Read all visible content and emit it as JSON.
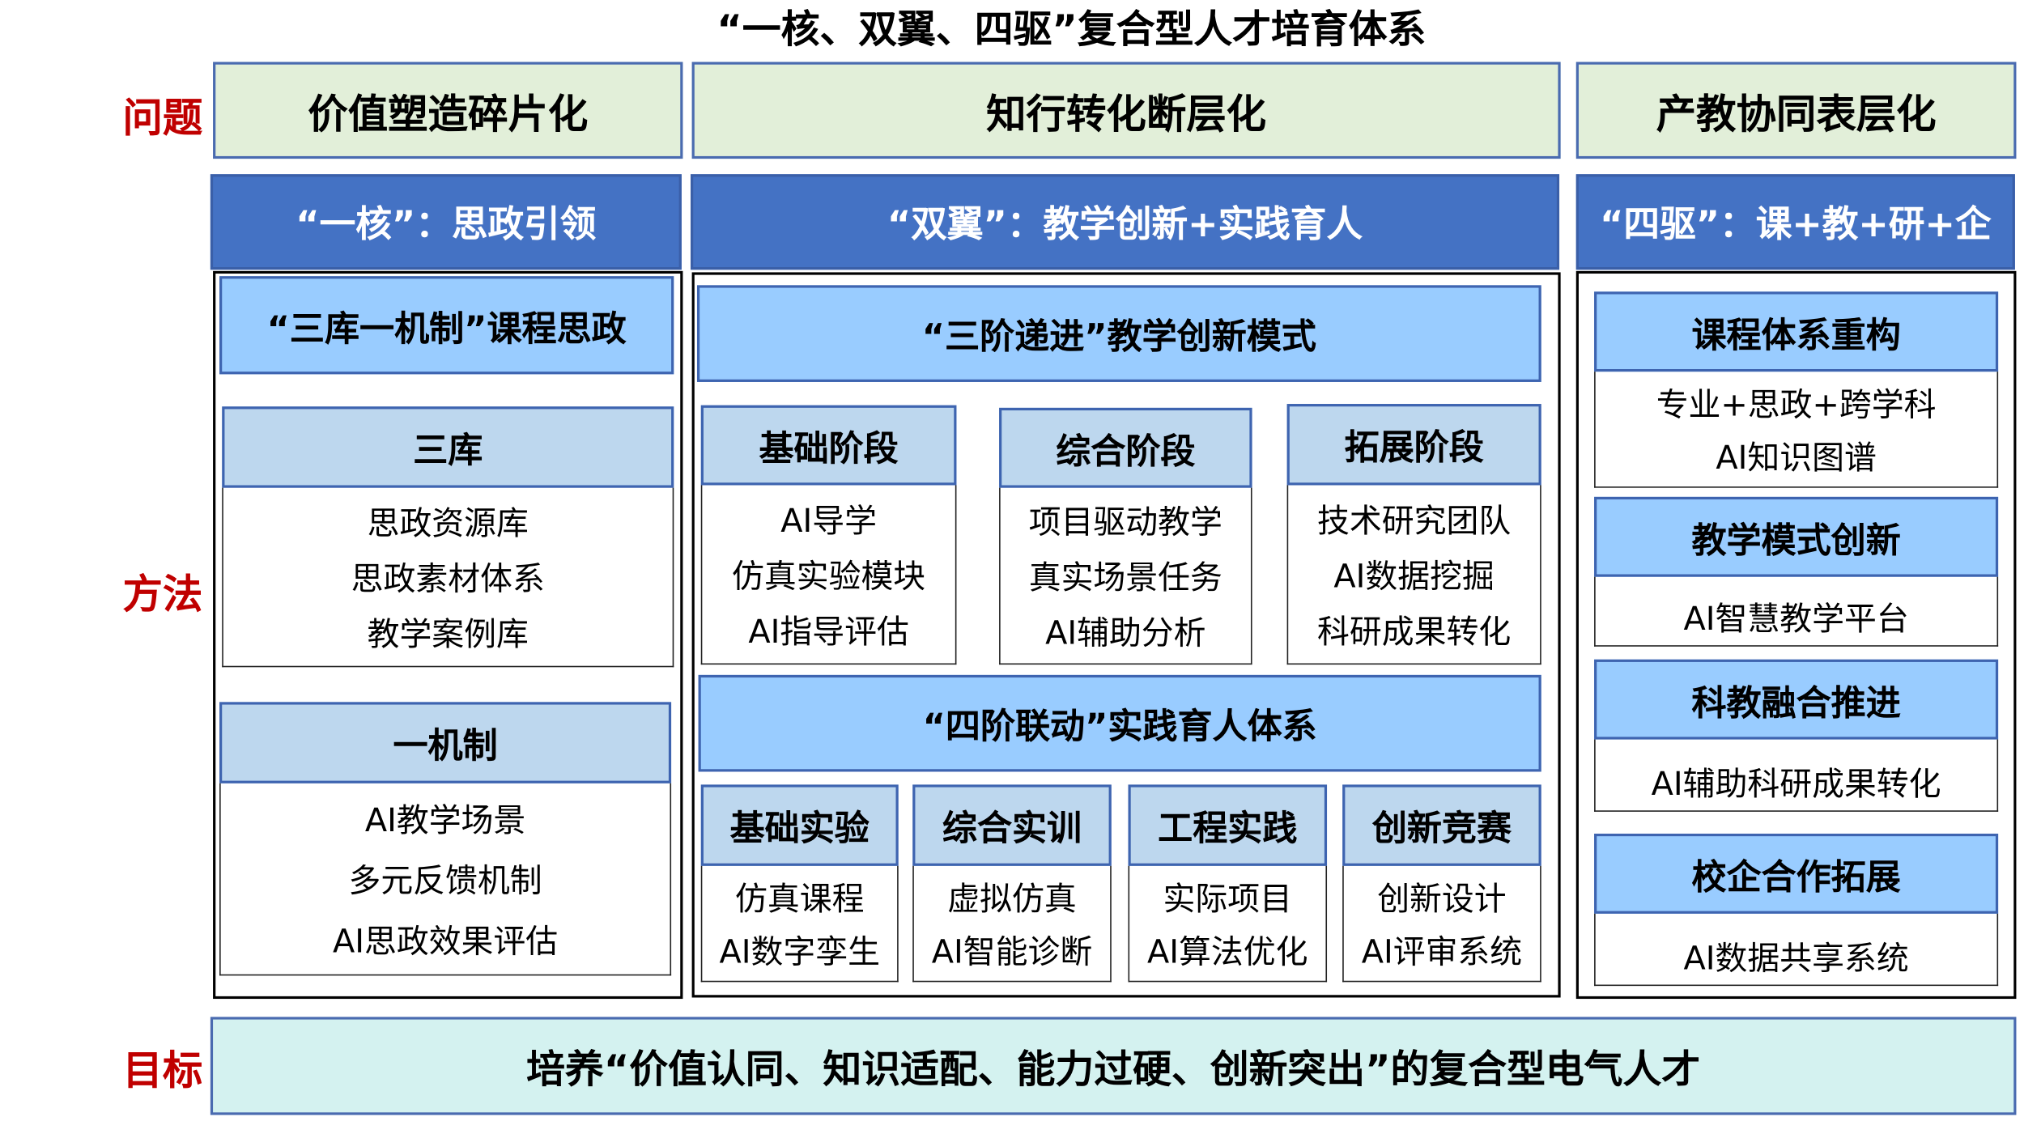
{
  "title": "“一核、双翼、四驱”复合型人才培育体系",
  "labels": {
    "problem": "问题",
    "method": "方法",
    "goal": "目标"
  },
  "problems": [
    "价值塑造碎片化",
    "知行转化断层化",
    "产教协同表层化"
  ],
  "pillars": [
    "“一核”：思政引领",
    "“双翼”：教学创新+实践育人",
    "“四驱”：课+教+研+企"
  ],
  "col1": {
    "banner": "“三库一机制”课程思政",
    "cards": [
      {
        "title": "三库",
        "items": [
          "思政资源库",
          "思政素材体系",
          "教学案例库"
        ]
      },
      {
        "title": "一机制",
        "items": [
          "AI教学场景",
          "多元反馈机制",
          "AI思政效果评估"
        ]
      }
    ]
  },
  "col2": {
    "banner1": "“三阶递进”教学创新模式",
    "stages": [
      {
        "title": "基础阶段",
        "items": [
          "AI导学",
          "仿真实验模块",
          "AI指导评估"
        ]
      },
      {
        "title": "综合阶段",
        "items": [
          "项目驱动教学",
          "真实场景任务",
          "AI辅助分析"
        ]
      },
      {
        "title": "拓展阶段",
        "items": [
          "技术研究团队",
          "AI数据挖掘",
          "科研成果转化"
        ]
      }
    ],
    "banner2": "“四阶联动”实践育人体系",
    "practice": [
      {
        "title": "基础实验",
        "items": [
          "仿真课程",
          "AI数字孪生"
        ]
      },
      {
        "title": "综合实训",
        "items": [
          "虚拟仿真",
          "AI智能诊断"
        ]
      },
      {
        "title": "工程实践",
        "items": [
          "实际项目",
          "AI算法优化"
        ]
      },
      {
        "title": "创新竞赛",
        "items": [
          "创新设计",
          "AI评审系统"
        ]
      }
    ]
  },
  "col3": {
    "cards": [
      {
        "title": "课程体系重构",
        "items": [
          "专业+思政+跨学科",
          "AI知识图谱"
        ]
      },
      {
        "title": "教学模式创新",
        "items": [
          "AI智慧教学平台"
        ]
      },
      {
        "title": "科教融合推进",
        "items": [
          "AI辅助科研成果转化"
        ]
      },
      {
        "title": "校企合作拓展",
        "items": [
          "AI数据共享系统"
        ]
      }
    ]
  },
  "goal": "培养“价值认同、知识适配、能力过硬、创新突出”的复合型电气人才",
  "colors": {
    "problem_fill": "#e2efd9",
    "pillar_fill": "#4472c4",
    "banner_fill": "#99ccff",
    "card_header": "#bdd7ee",
    "goal_fill": "#d4f2f0",
    "label_red": "#c00000"
  }
}
